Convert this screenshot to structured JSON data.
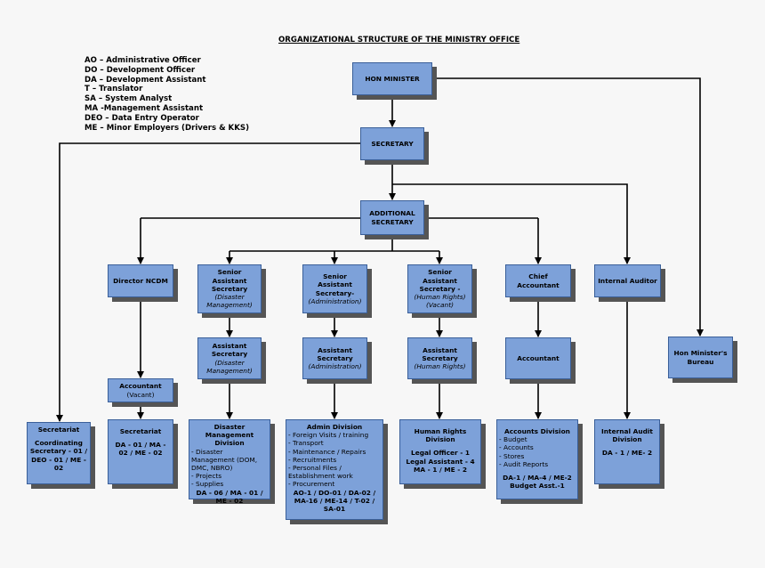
{
  "title": "ORGANIZATIONAL STRUCTURE OF THE MINISTRY OFFICE",
  "legend": [
    "AO – Administrative Officer",
    "DO – Development Officer",
    "DA – Development Assistant",
    "T – Translator",
    "SA – System Analyst",
    "MA -Management Assistant",
    "DEO – Data Entry Operator",
    "ME – Minor Employers (Drivers & KKS)"
  ],
  "nodes": {
    "hon_minister": "HON MINISTER",
    "secretary": "SECRETARY",
    "additional_secretary": "ADDITIONAL SECRETARY",
    "director_ncdm": "Director NCDM",
    "sas_disaster": {
      "title": "Senior Assistant Secretary",
      "sub": "(Disaster Management)"
    },
    "sas_admin": {
      "title": "Senior Assistant Secretary-",
      "sub": "(Administration)"
    },
    "sas_hr": {
      "title": "Senior Assistant Secretary -",
      "sub": "(Human Rights)",
      "note": "(Vacant)"
    },
    "chief_accountant": "Chief Accountant",
    "internal_auditor": "Internal Auditor",
    "hon_ministers_bureau": "Hon Minister's Bureau",
    "as_disaster": {
      "title": "Assistant Secretary",
      "sub": "(Disaster Management)"
    },
    "as_admin": {
      "title": "Assistant Secretary",
      "sub": "(Administration)"
    },
    "as_hr": {
      "title": "Assistant Secretary",
      "sub": "(Human Rights)"
    },
    "accountant_mid": "Accountant",
    "accountant_ncdm": {
      "title": "Accountant",
      "note": "(Vacant)"
    },
    "secretariat_left": {
      "title": "Secretariat",
      "staff": "Coordinating Secretary - 01 / DEO - 01 / ME - 02"
    },
    "secretariat_ncdm": {
      "title": "Secretariat",
      "staff": "DA - 01 / MA - 02 / ME - 02"
    },
    "dm_division": {
      "title": "Disaster Management Division",
      "items": [
        "- Disaster Management (DOM, DMC, NBRO)",
        "- Projects",
        "- Supplies"
      ],
      "staff": "DA - 06 / MA - 01 / ME - 02"
    },
    "admin_division": {
      "title": "Admin Division",
      "items": [
        "- Foreign Visits /  training",
        "- Transport",
        "- Maintenance / Repairs",
        "- Recruitments",
        "- Personal Files / Establishment work",
        "- Procurement"
      ],
      "staff": "AO-1 / DO-01 / DA-02 / MA-16 / ME-14 / T-02 / SA-01"
    },
    "hr_division": {
      "title": "Human Rights Division",
      "staff1": "Legal Officer - 1",
      "staff2": "Legal Assistant - 4",
      "staff3": "MA - 1  /  ME - 2"
    },
    "accounts_division": {
      "title": "Accounts Division",
      "items": [
        "- Budget",
        "- Accounts",
        "- Stores",
        "- Audit Reports"
      ],
      "staff1": "DA-1 / MA-4 / ME-2",
      "staff2": "Budget Asst.-1"
    },
    "internal_audit_division": {
      "title": "Internal Audit Division",
      "staff": "DA - 1 / ME- 2"
    }
  }
}
